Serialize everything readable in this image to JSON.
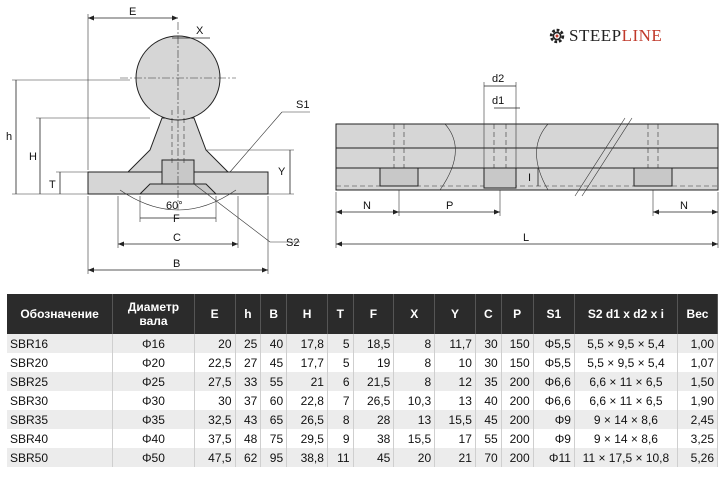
{
  "logo": {
    "part1": "STEEP",
    "part2": "LINE",
    "icon": "gear-icon",
    "accent": "#c0392b"
  },
  "drawing": {
    "labels": {
      "E": "E",
      "X": "X",
      "h": "h",
      "H": "H",
      "T": "T",
      "Y": "Y",
      "S1": "S1",
      "S2": "S2",
      "angle": "60°",
      "F": "F",
      "C": "C",
      "B": "B",
      "d2": "d2",
      "d1": "d1",
      "I": "I",
      "N": "N",
      "P": "P",
      "L": "L",
      "N2": "N"
    }
  },
  "table": {
    "headers": [
      "Обозначение",
      "Диаметр вала",
      "E",
      "h",
      "B",
      "H",
      "T",
      "F",
      "X",
      "Y",
      "C",
      "P",
      "S1",
      "S2 d1 x d2 x i",
      "Вес"
    ],
    "rows": [
      [
        "SBR16",
        "Φ16",
        "20",
        "25",
        "40",
        "17,8",
        "5",
        "18,5",
        "8",
        "11,7",
        "30",
        "150",
        "Φ5,5",
        "5,5 × 9,5 × 5,4",
        "1,00"
      ],
      [
        "SBR20",
        "Φ20",
        "22,5",
        "27",
        "45",
        "17,7",
        "5",
        "19",
        "8",
        "10",
        "30",
        "150",
        "Φ5,5",
        "5,5 × 9,5 × 5,4",
        "1,07"
      ],
      [
        "SBR25",
        "Φ25",
        "27,5",
        "33",
        "55",
        "21",
        "6",
        "21,5",
        "8",
        "12",
        "35",
        "200",
        "Φ6,6",
        "6,6 × 11 × 6,5",
        "1,50"
      ],
      [
        "SBR30",
        "Φ30",
        "30",
        "37",
        "60",
        "22,8",
        "7",
        "26,5",
        "10,3",
        "13",
        "40",
        "200",
        "Φ6,6",
        "6,6 × 11 × 6,5",
        "1,90"
      ],
      [
        "SBR35",
        "Φ35",
        "32,5",
        "43",
        "65",
        "26,5",
        "8",
        "28",
        "13",
        "15,5",
        "45",
        "200",
        "Φ9",
        "9 × 14 × 8,6",
        "2,45"
      ],
      [
        "SBR40",
        "Φ40",
        "37,5",
        "48",
        "75",
        "29,5",
        "9",
        "38",
        "15,5",
        "17",
        "55",
        "200",
        "Φ9",
        "9 × 14 × 8,6",
        "3,25"
      ],
      [
        "SBR50",
        "Φ50",
        "47,5",
        "62",
        "95",
        "38,8",
        "11",
        "45",
        "20",
        "21",
        "70",
        "200",
        "Φ11",
        "11 × 17,5 × 10,8",
        "5,26"
      ]
    ]
  }
}
